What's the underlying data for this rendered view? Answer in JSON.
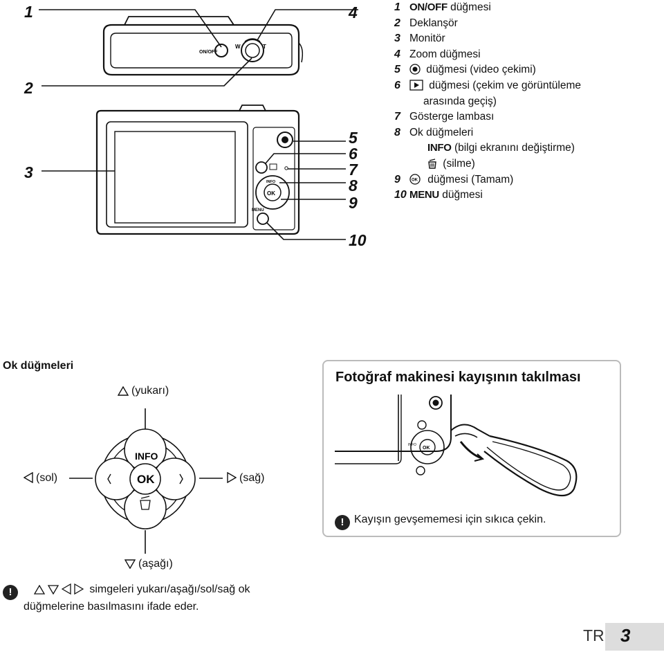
{
  "callouts": {
    "n1": "1",
    "n2": "2",
    "n3": "3",
    "n4": "4",
    "n5": "5",
    "n6": "6",
    "n7": "7",
    "n8": "8",
    "n9": "9",
    "n10": "10"
  },
  "camera_labels": {
    "onoff": "ON/OFF",
    "zoom_w": "W",
    "zoom_t": "T",
    "menu": "MENU",
    "info": "INFO",
    "ok": "OK"
  },
  "parts_list": [
    {
      "num": "1",
      "cond": "ON/OFF",
      "text": " düğmesi"
    },
    {
      "num": "2",
      "text": "Deklanşör"
    },
    {
      "num": "3",
      "text": "Monitör"
    },
    {
      "num": "4",
      "text": "Zoom düğmesi"
    },
    {
      "num": "5",
      "icon": "movie-record-icon",
      "text": " düğmesi (video çekimi)"
    },
    {
      "num": "6",
      "icon": "playback-icon",
      "text": " düğmesi (çekim ve görüntüleme"
    },
    {
      "num": "",
      "text": "arasında geçiş)"
    },
    {
      "num": "7",
      "text": "Gösterge lambası"
    },
    {
      "num": "8",
      "text": "Ok düğmeleri"
    },
    {
      "num": "",
      "cond": "INFO",
      "text": " (bilgi ekranını değiştirme)"
    },
    {
      "num": "",
      "icon": "trash-icon",
      "text": " (silme)"
    },
    {
      "num": "9",
      "icon": "ok-icon",
      "text": " düğmesi (Tamam)"
    },
    {
      "num": "10",
      "cond": "MENU",
      "text": " düğmesi"
    }
  ],
  "arrow_section": {
    "title": "Ok düğmeleri",
    "up": "(yukarı)",
    "down": "(aşağı)",
    "left": "(sol)",
    "right": "(sağ)",
    "info": "INFO",
    "ok": "OK"
  },
  "strap_section": {
    "title": "Fotoğraf makinesi kayışının takılması",
    "note": "Kayışın gevşememesi için sıkıca çekin."
  },
  "bottom_note": {
    "line1": "simgeleri yukarı/aşağı/sol/sağ ok",
    "line2": "düğmelerine basılmasını ifade eder."
  },
  "footer": {
    "lang": "TR",
    "page": "3"
  }
}
